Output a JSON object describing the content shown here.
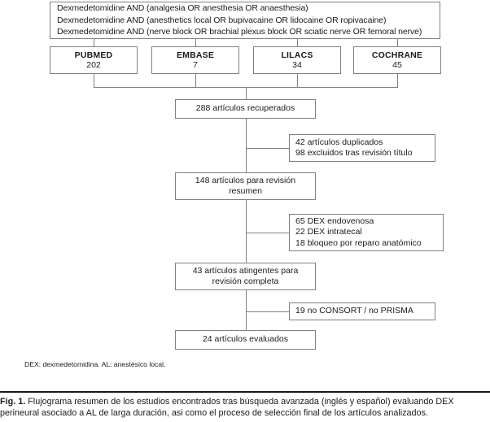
{
  "figure": {
    "query_lines": [
      "Dexmedetomidine AND (analgesia OR anesthesia OR anaesthesia)",
      "Dexmedetomidine AND (anesthetics local OR bupivacaine OR lidocaine OR ropivacaine)",
      "Dexmedetomidine AND (nerve block OR brachial plexus block OR sciatic nerve OR femoral nerve)"
    ],
    "databases": [
      {
        "name": "PUBMED",
        "count": "202"
      },
      {
        "name": "EMBASE",
        "count": "7"
      },
      {
        "name": "LILACS",
        "count": "34"
      },
      {
        "name": "COCHRANE",
        "count": "45"
      }
    ],
    "retrieved": {
      "line1": "288 artículos recuperados"
    },
    "excluded_duplicates": {
      "line1": "42 artículos duplicados",
      "line2": "98 excluidos tras revisión título"
    },
    "abstract_review": {
      "line1": "148 artículos para revisión",
      "line2": "resumen"
    },
    "excluded_dex": {
      "line1": "65 DEX endovenosa",
      "line2": "22 DEX intratecal",
      "line3": "18 bloqueo por reparo anatómico"
    },
    "full_review": {
      "line1": "43 artículos atingentes para",
      "line2": "revisión completa"
    },
    "excluded_consort": {
      "line1": "19 no CONSORT / no PRISMA"
    },
    "evaluated": {
      "line1": "24 artículos evaluados"
    },
    "footnote": "DEX: dexmedetomidina. AL: anestésico local.",
    "caption_label": "Fig. 1.",
    "caption_text": "Flujograma resumen de los estudios encontrados tras búsqueda avanzada (inglés y español) evaluando DEX perineural asociado a AL de larga duración, asi como el proceso de selección final de los artículos analizados.",
    "colors": {
      "box_border": "#808080",
      "connector": "#808080",
      "text": "#1a1a1a",
      "background": "#ffffff"
    }
  }
}
